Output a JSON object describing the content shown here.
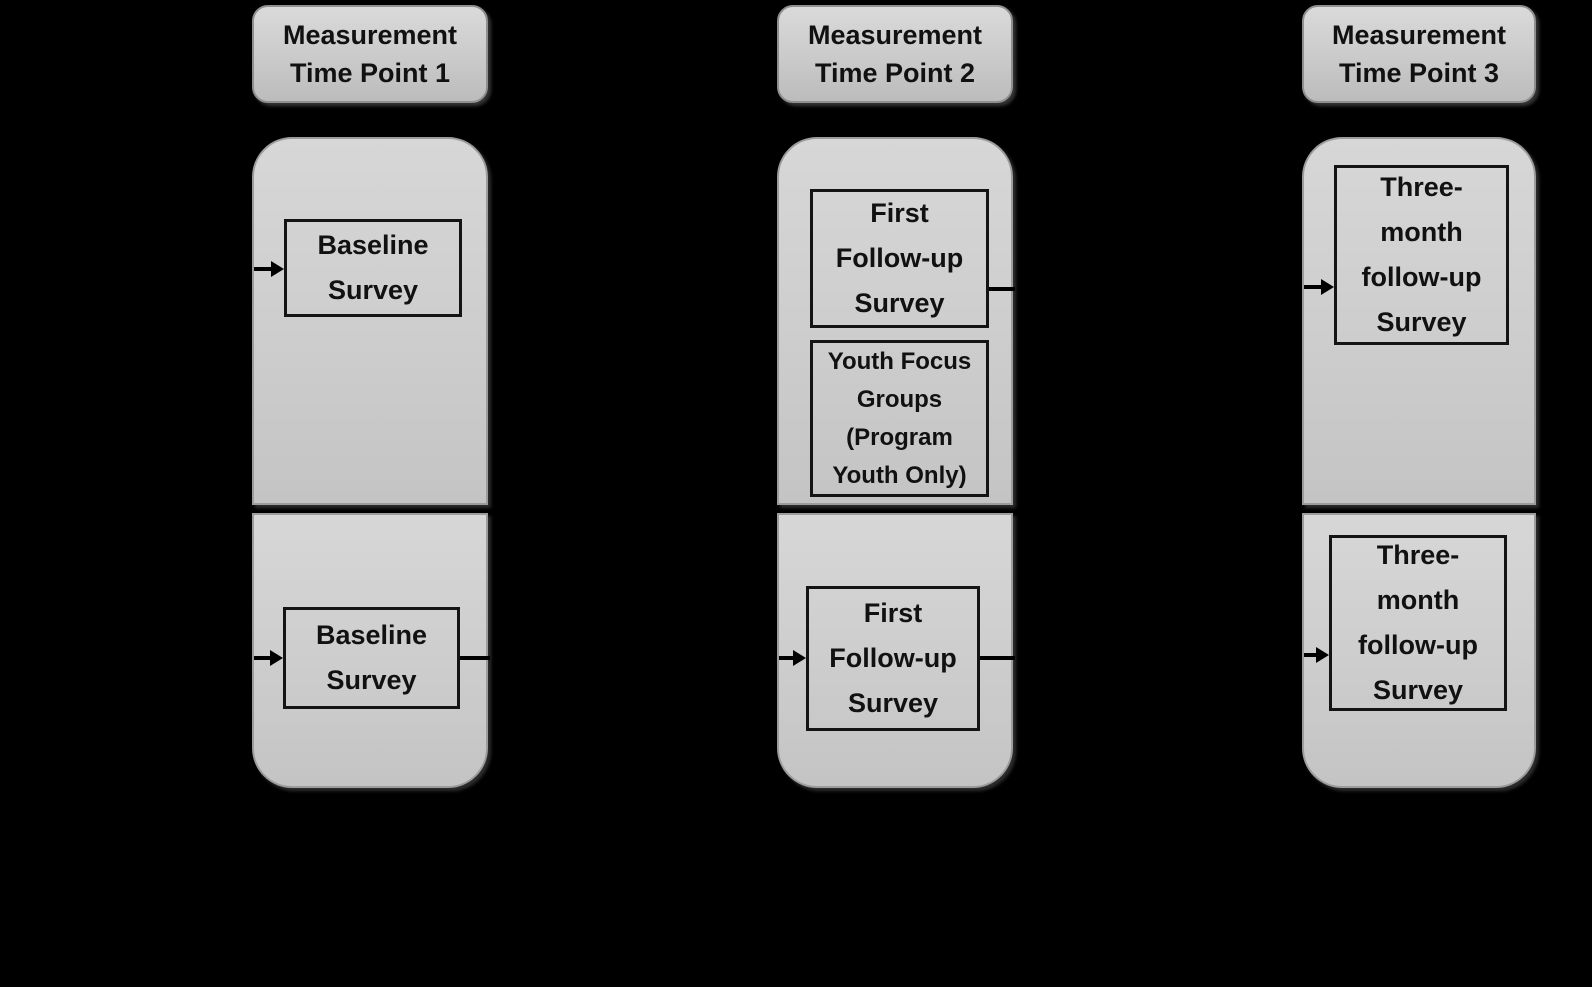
{
  "diagram": {
    "background_color": "#000000",
    "panel_fill": "#cdcdcd",
    "border_color": "#141414",
    "columns": [
      {
        "header": "Measurement\nTime Point 1",
        "upper": {
          "boxes": [
            {
              "label": "Baseline\nSurvey"
            }
          ]
        },
        "lower": {
          "boxes": [
            {
              "label": "Baseline\nSurvey"
            }
          ]
        }
      },
      {
        "header": "Measurement\nTime Point 2",
        "upper": {
          "boxes": [
            {
              "label": "First\nFollow-up\nSurvey"
            },
            {
              "label": "Youth Focus\nGroups\n(Program\nYouth Only)"
            }
          ]
        },
        "lower": {
          "boxes": [
            {
              "label": "First\nFollow-up\nSurvey"
            }
          ]
        }
      },
      {
        "header": "Measurement\nTime Point 3",
        "upper": {
          "boxes": [
            {
              "label": "Three-\nmonth\nfollow-up\nSurvey"
            }
          ]
        },
        "lower": {
          "boxes": [
            {
              "label": "Three-\nmonth\nfollow-up\nSurvey"
            }
          ]
        }
      }
    ]
  }
}
